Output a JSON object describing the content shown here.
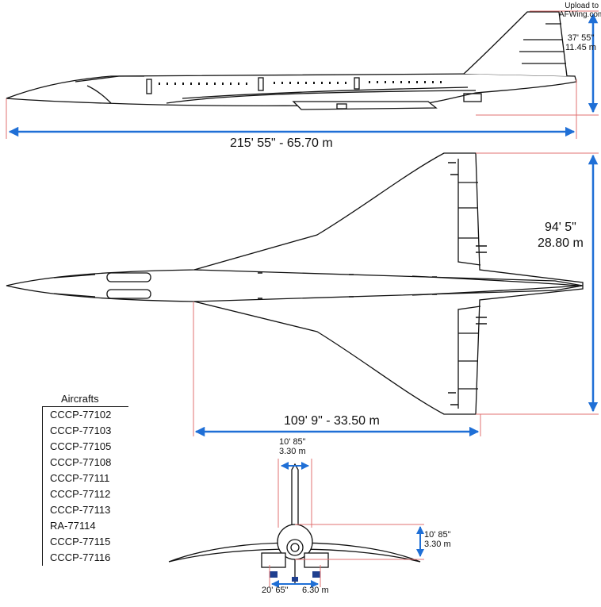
{
  "credit": {
    "line1": "Upload to",
    "line2": "AFWing.com"
  },
  "side_view": {
    "height_imperial": "37' 55\"",
    "height_metric": "11.45 m",
    "length": "215' 55\" - 65.70 m"
  },
  "top_view": {
    "length_imperial": "94' 5\"",
    "length_metric": "28.80 m",
    "span": "109' 9\" - 33.50 m"
  },
  "front_view": {
    "fin_width_imperial": "10' 85\"",
    "fin_width_metric": "3.30 m",
    "height_imperial": "10' 85\"",
    "height_metric": "3.30 m",
    "track_imperial": "20' 65\"",
    "track_metric": "6.30 m"
  },
  "aircrafts": {
    "header": "Aircrafts",
    "items": [
      "CCCP-77102",
      "CCCP-77103",
      "CCCP-77105",
      "CCCP-77108",
      "CCCP-77111",
      "CCCP-77112",
      "CCCP-77113",
      "RA-77114",
      "CCCP-77115",
      "CCCP-77116"
    ]
  },
  "colors": {
    "dimension_arrow": "#1f6fd6",
    "guide_line": "#e07070",
    "outline": "#111111"
  }
}
